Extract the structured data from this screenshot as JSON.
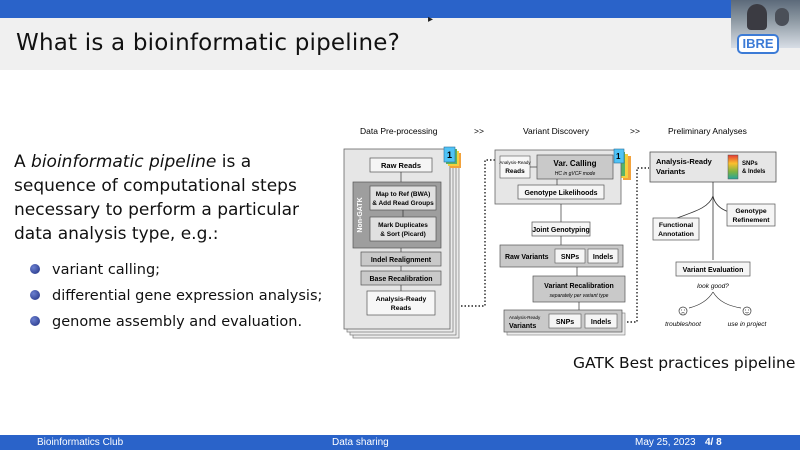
{
  "slide": {
    "title": "What is a bioinformatic pipeline?",
    "intro_before": "A ",
    "intro_em": "bioinformatic pipeline",
    "intro_after": " is a sequence of computational steps necessary to perform a particular data analysis type, e.g.:",
    "bullets": [
      "variant calling;",
      "differential gene expression analysis;",
      "genome assembly and evaluation."
    ],
    "caption": "GATK Best practices pipeline",
    "logo_text": "IBRE"
  },
  "diagram": {
    "stages": [
      "Data Pre-processing",
      ">>",
      "Variant Discovery",
      ">>",
      "Preliminary Analyses"
    ],
    "preprocessing": {
      "badge": "1",
      "raw_reads": "Raw Reads",
      "side_label": "Non-GATK",
      "map_line1": "Map to Ref (BWA)",
      "map_line2": "& Add Read Groups",
      "mark_line1": "Mark Duplicates",
      "mark_line2": "& Sort (Picard)",
      "indel": "Indel Realignment",
      "bqsr": "Base Recalibration",
      "ready_line1": "Analysis-Ready",
      "ready_line2": "Reads"
    },
    "discovery": {
      "badge": "1",
      "ar_line1": "Analysis-Ready",
      "ar_line2": "Reads",
      "varcall": "Var. Calling",
      "varcall_sub": "HC in gVCF mode",
      "gl": "Genotype Likelihoods",
      "jg": "Joint Genotyping",
      "raw_variants": "Raw Variants",
      "snps": "SNPs",
      "indels": "Indels",
      "vqsr": "Variant Recalibration",
      "vqsr_sub": "separately per variant type",
      "arv_line1": "Analysis-Ready",
      "arv_line2": "Variants"
    },
    "analysis": {
      "arv_line1": "Analysis-Ready",
      "arv_line2": "Variants",
      "snps_indels_1": "SNPs",
      "snps_indels_2": "& Indels",
      "func_line1": "Functional",
      "func_line2": "Annotation",
      "geno_line1": "Genotype",
      "geno_line2": "Refinement",
      "eval": "Variant Evaluation",
      "question": "look good?",
      "sad_label": "troubleshoot",
      "happy_label": "use in project"
    }
  },
  "footer": {
    "left": "Bioinformatics Club",
    "center": "Data sharing",
    "date": "May 25, 2023",
    "page": "4/ 8"
  },
  "colors": {
    "accent": "#2a63c9",
    "title_bg": "#f0f0f0",
    "box_dark": "#bdbdbd",
    "box_light": "#e6e6e6"
  }
}
